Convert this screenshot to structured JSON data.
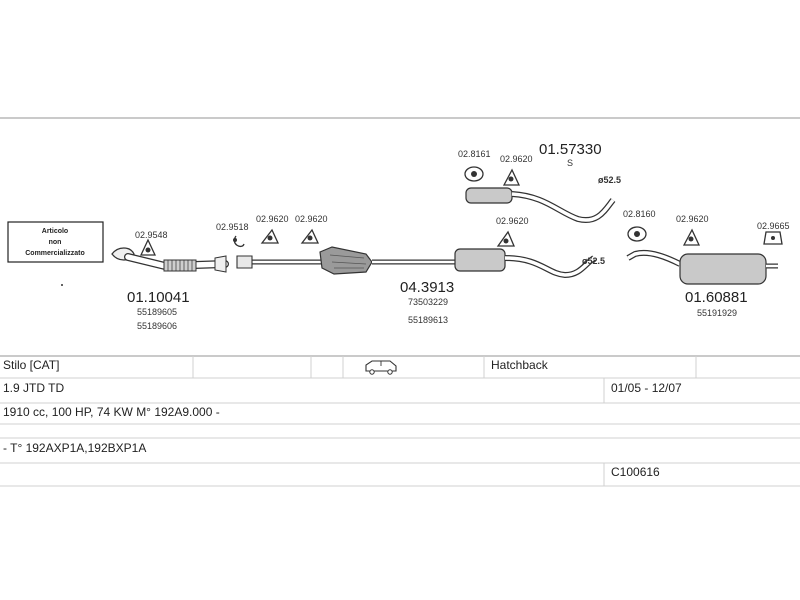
{
  "parts": {
    "notice_box": {
      "lines": [
        "Articolo",
        "non",
        "Commercializzato"
      ]
    },
    "front_pipe": {
      "code": "01.10041",
      "refs": [
        "55189605",
        "55189606"
      ],
      "gasket": "02.9548"
    },
    "catalyst_section": {
      "fittings": [
        "02.9518",
        "02.9620",
        "02.9620"
      ]
    },
    "middle_silencer": {
      "code": "04.3913",
      "refs": [
        "73503229",
        "55189613"
      ],
      "fitting": "02.9620",
      "diameter": "ø52.5"
    },
    "alt_middle": {
      "code": "01.57330",
      "suffix": "S",
      "fittings": [
        "02.8161",
        "02.9620"
      ],
      "diameter": "ø52.5"
    },
    "rear_silencer": {
      "code": "01.60881",
      "refs": [
        "55191929"
      ],
      "fittings": [
        "02.8160",
        "02.9620",
        "02.9665"
      ]
    }
  },
  "vehicle": {
    "model": "Stilo  [CAT]",
    "body_icon": "car-hatchback-icon",
    "body": "Hatchback",
    "engine": "1.9 JTD TD",
    "period": "01/05 - 12/07",
    "spec": "1910 cc, 100 HP, 74 KW M° 192A9.000 -",
    "types": "- T° 192AXP1A,192BXP1A",
    "catalog_code": "C100616"
  }
}
